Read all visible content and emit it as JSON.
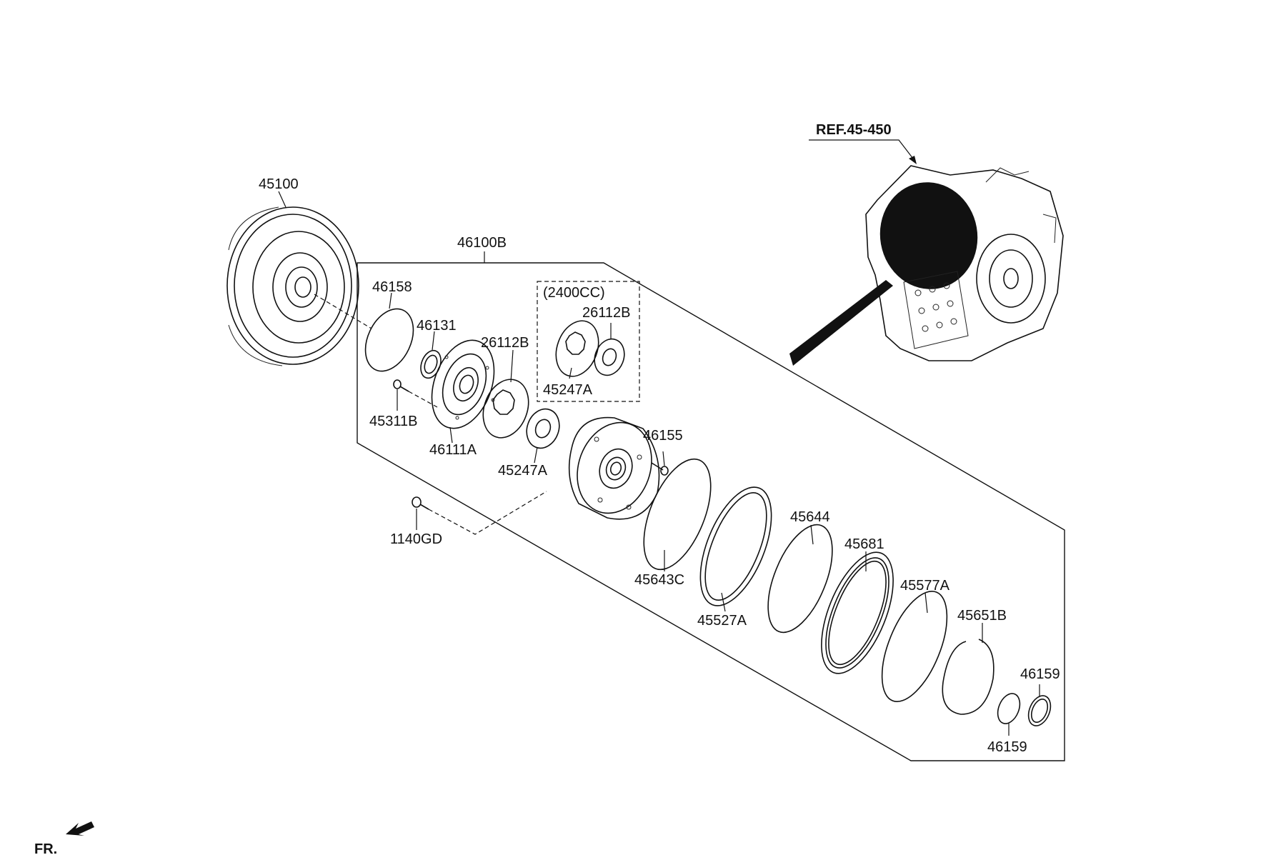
{
  "reference": {
    "label": "REF.45-450"
  },
  "front_marker": {
    "label": "FR."
  },
  "variant_box": {
    "label": "(2400CC)"
  },
  "parts": [
    {
      "id": "p45100",
      "number": "45100"
    },
    {
      "id": "p46100B",
      "number": "46100B"
    },
    {
      "id": "p46158",
      "number": "46158"
    },
    {
      "id": "p46131",
      "number": "46131"
    },
    {
      "id": "p26112B_a",
      "number": "26112B"
    },
    {
      "id": "p26112B_b",
      "number": "26112B"
    },
    {
      "id": "p45247A_a",
      "number": "45247A"
    },
    {
      "id": "p45247A_b",
      "number": "45247A"
    },
    {
      "id": "p45311B",
      "number": "45311B"
    },
    {
      "id": "p46111A",
      "number": "46111A"
    },
    {
      "id": "p46155",
      "number": "46155"
    },
    {
      "id": "p1140GD",
      "number": "1140GD"
    },
    {
      "id": "p45643C",
      "number": "45643C"
    },
    {
      "id": "p45527A",
      "number": "45527A"
    },
    {
      "id": "p45644",
      "number": "45644"
    },
    {
      "id": "p45681",
      "number": "45681"
    },
    {
      "id": "p45577A",
      "number": "45577A"
    },
    {
      "id": "p45651B",
      "number": "45651B"
    },
    {
      "id": "p46159_a",
      "number": "46159"
    },
    {
      "id": "p46159_b",
      "number": "46159"
    }
  ]
}
